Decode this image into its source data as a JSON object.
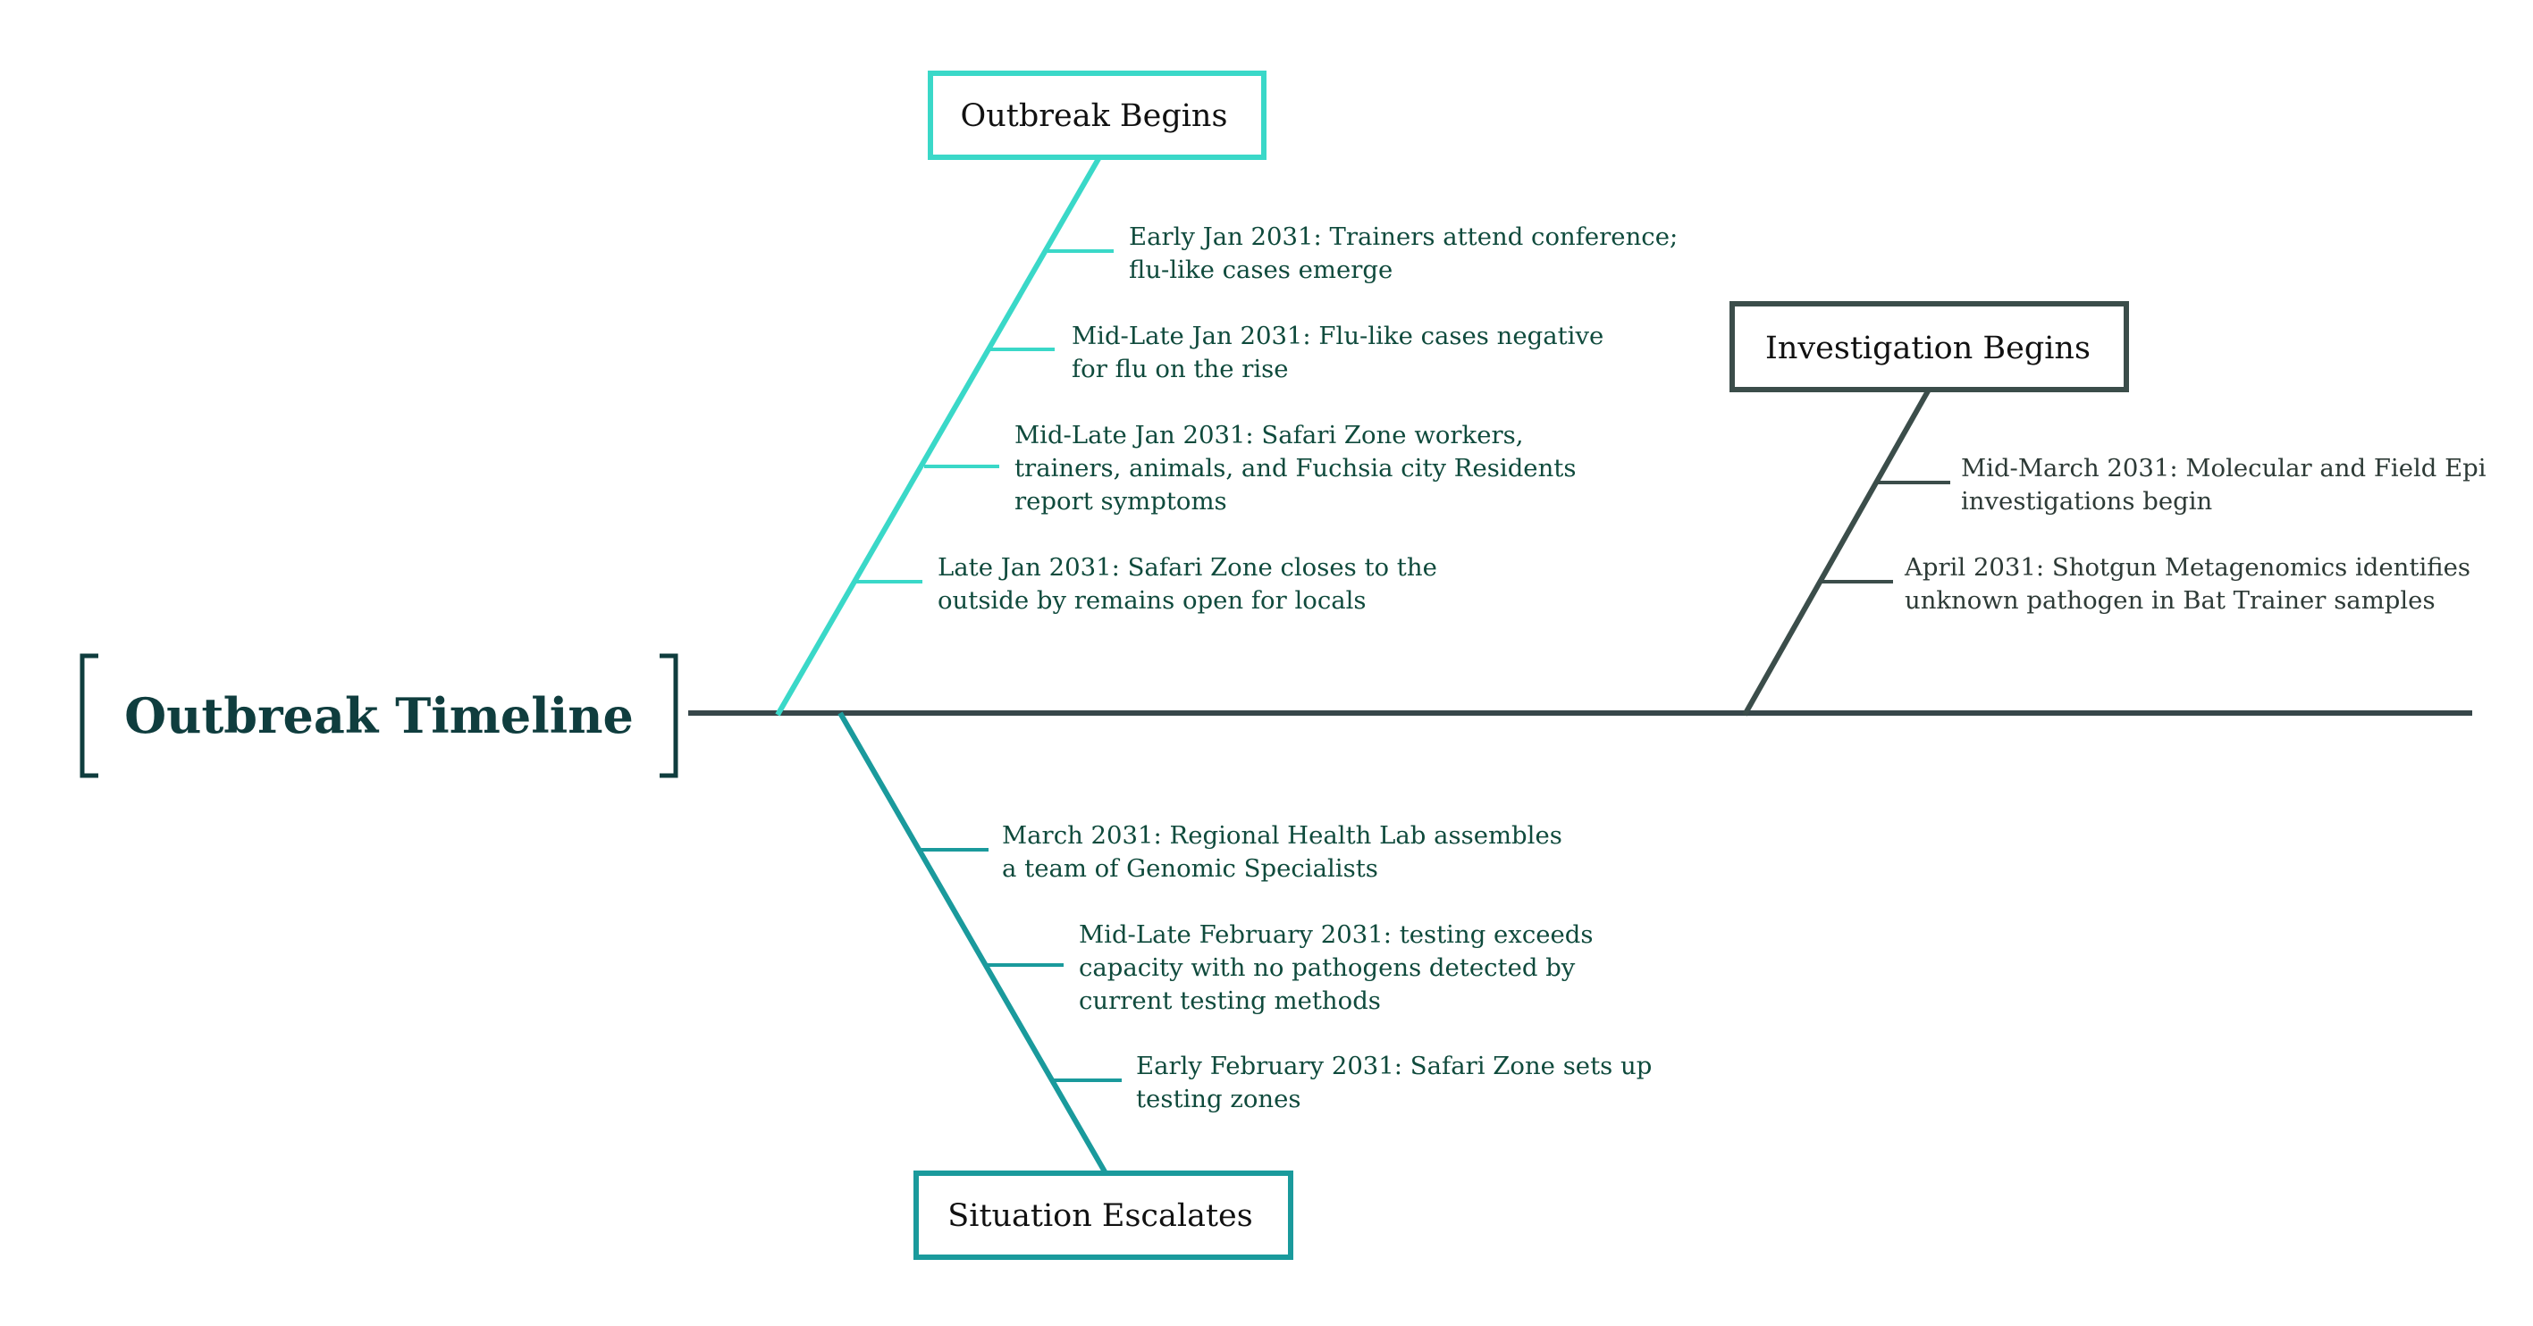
{
  "title": "Outbreak Timeline",
  "colors": {
    "spine": "#37474a",
    "outbreak_begins": "#3ad8c8",
    "situation_escalates": "#1a9a9c",
    "investigation_begins": "#3b4d4a",
    "title": "#0f3d3e"
  },
  "branches": {
    "outbreak_begins": {
      "label": "Outbreak Begins",
      "events": [
        [
          "Early Jan 2031: Trainers attend conference;",
          "flu-like cases emerge"
        ],
        [
          "Mid-Late Jan 2031: Flu-like cases negative",
          "for flu on the rise"
        ],
        [
          "Mid-Late Jan 2031: Safari Zone workers,",
          "trainers, animals, and Fuchsia city Residents",
          "report symptoms"
        ],
        [
          "Late Jan 2031: Safari Zone closes to the",
          "outside by remains open for locals"
        ]
      ]
    },
    "situation_escalates": {
      "label": "Situation Escalates",
      "events": [
        [
          "March 2031: Regional Health Lab assembles",
          "a team of Genomic Specialists"
        ],
        [
          "Mid-Late February 2031: testing exceeds",
          "capacity with no pathogens detected by",
          "current testing methods"
        ],
        [
          "Early February 2031: Safari Zone sets up",
          "testing zones"
        ]
      ]
    },
    "investigation_begins": {
      "label": "Investigation Begins",
      "events": [
        [
          "Mid-March 2031: Molecular and Field Epi",
          "investigations begin"
        ],
        [
          "April 2031: Shotgun Metagenomics identifies",
          "unknown pathogen in Bat Trainer samples"
        ]
      ]
    }
  }
}
